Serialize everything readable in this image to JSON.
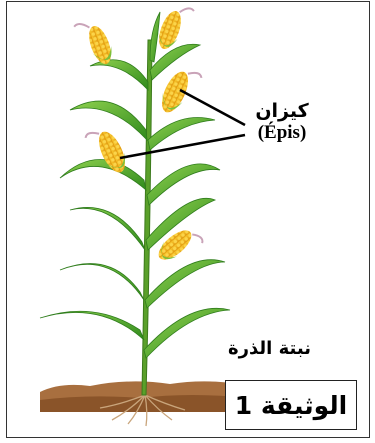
{
  "labels": {
    "ear_arabic": "كيزان",
    "ear_french": "(Épis)",
    "plant_name": "نبتة الذرة",
    "document": "الوثيقة 1"
  },
  "colors": {
    "leaf": "#4caf2a",
    "leaf_dark": "#2f7d1c",
    "kernel": "#f4b51c",
    "husk": "#8bc34a",
    "silk": "#c9a3b8",
    "soil": "#b57a4a",
    "root": "#caa77f"
  }
}
